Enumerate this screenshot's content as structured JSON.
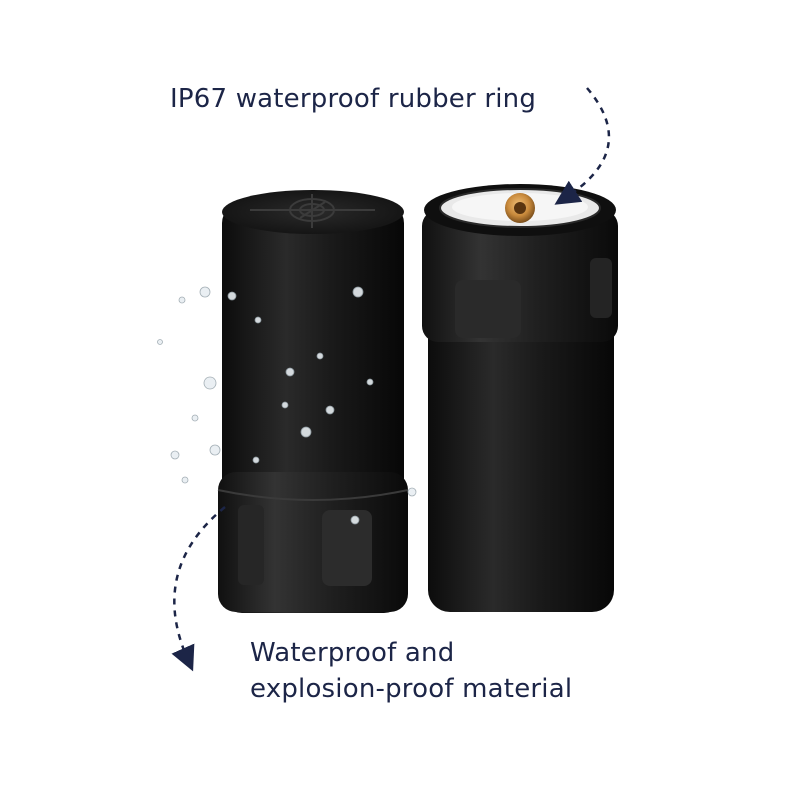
{
  "annotations": {
    "top_label": "IP67 waterproof rubber ring",
    "bottom_label_line1": "Waterproof and",
    "bottom_label_line2": "explosion-proof material"
  },
  "colors": {
    "text": "#1c2547",
    "arrow": "#1c2547",
    "body": "#1a1a1a",
    "contact": "#c98a3c"
  },
  "icons": {
    "cap_emblem": "crosshair-emblem-icon",
    "connector": "brass-connector-icon"
  }
}
